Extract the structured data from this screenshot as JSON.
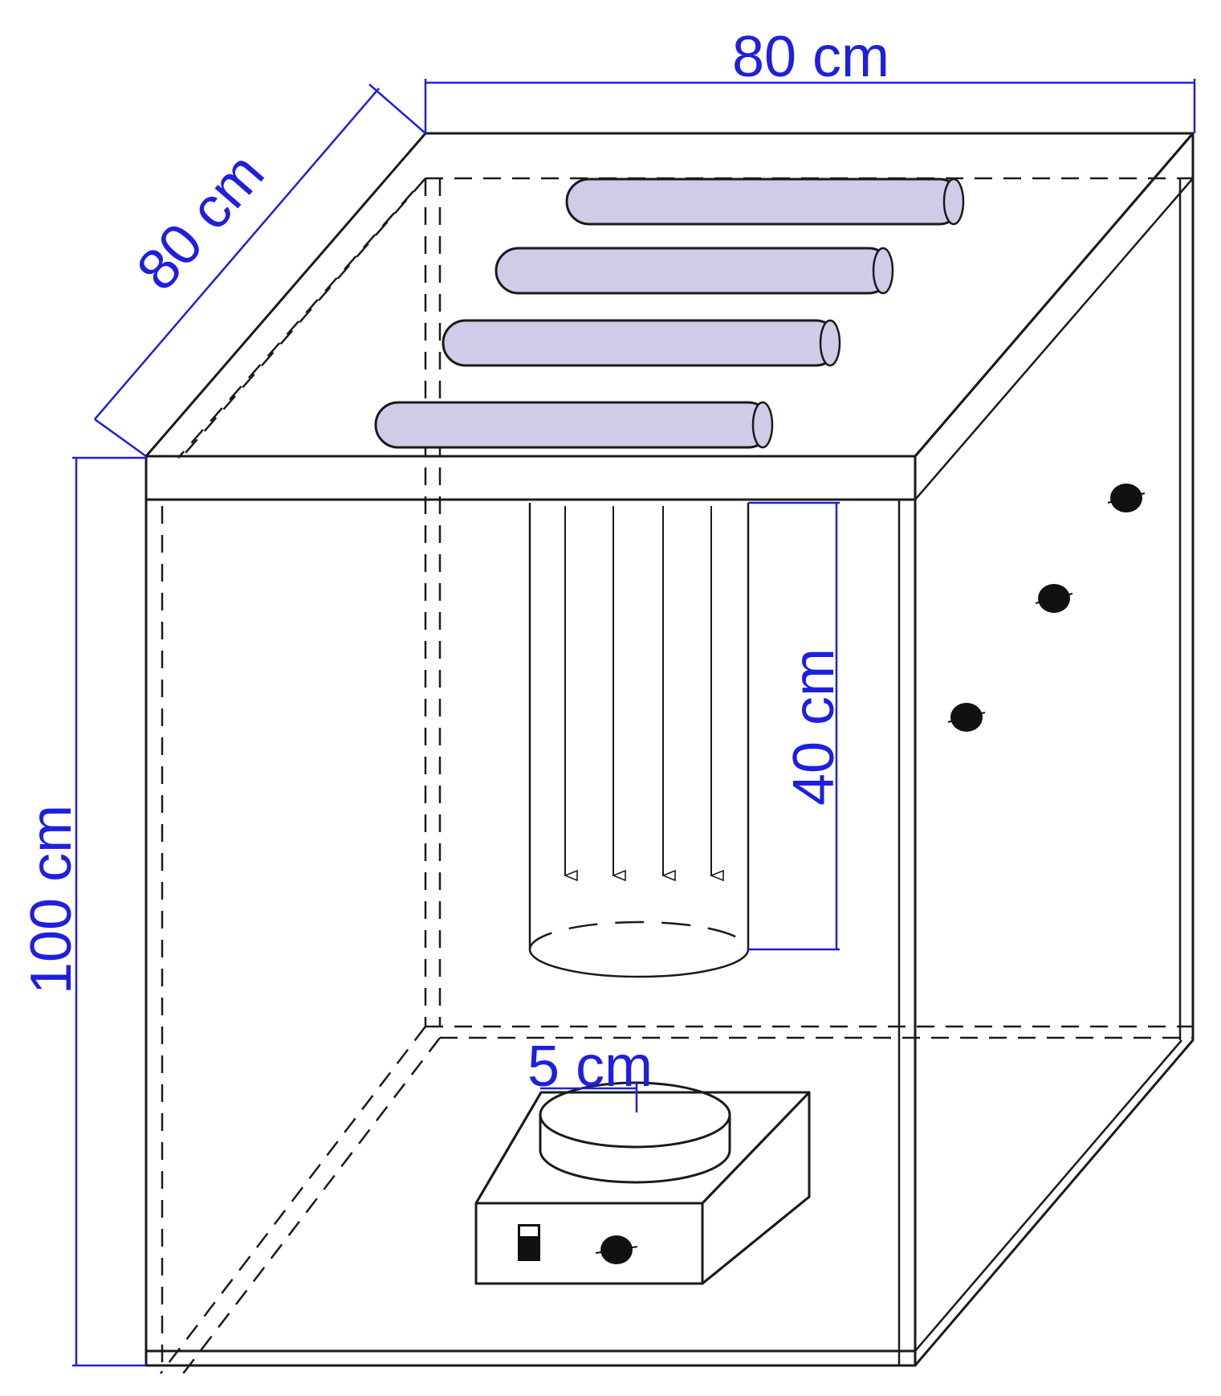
{
  "dimensions": {
    "top_width": "80 cm",
    "depth": "80 cm",
    "height": "100 cm",
    "lamp_distance": "40 cm",
    "dish_radius": "5 cm"
  },
  "colors": {
    "dimension_lines": "#1f1fe0",
    "lamps": "#d0cbe6",
    "outline": "#1a1a1a"
  },
  "components": {
    "lamp_count": 4,
    "light_ray_count": 4,
    "side_knob_count": 3,
    "icons": [
      "uv-lamp-tube",
      "light-ray-arrow",
      "control-knob",
      "power-switch"
    ]
  }
}
